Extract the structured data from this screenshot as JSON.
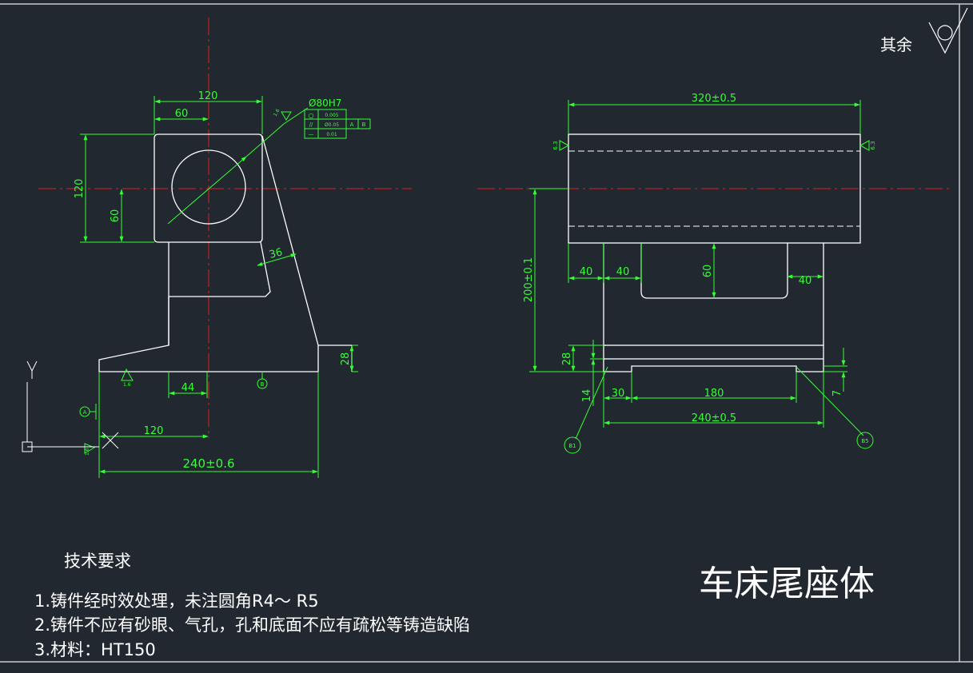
{
  "colors": {
    "background": "#212830",
    "outline": "#ffffff",
    "dimension": "#33ff33",
    "centerline": "#e02020",
    "border": "#c8c8c8"
  },
  "roughness_note": "其余",
  "front_view": {
    "dim_width_top": "120",
    "dim_half_top": "60",
    "dim_height_left": "120",
    "dim_center_height": "60",
    "dim_rib_angle": "36",
    "dim_base_step": "28",
    "dim_neck": "44",
    "dim_center_from_left": "120",
    "dim_total_width": "240±0.6",
    "hole_callout": "Ø80H7",
    "tolerance_frame": {
      "row1_symbol": "○",
      "row1_value": "0.005",
      "row2_symbol": "//",
      "row2_value": "Ø0.05",
      "row2_ref1": "A",
      "row2_ref2": "B",
      "row3_symbol": "—",
      "row3_value": "0.01"
    },
    "roughness_hole": "1.6",
    "roughness_bottom": "1.6",
    "roughness_left": "1.6",
    "datum_a": "A",
    "datum_b": "B",
    "axis_y_label": "Y"
  },
  "side_view": {
    "dim_total_length": "320±0.5",
    "dim_center_height": "200±0.1",
    "dim_slot_left1": "40",
    "dim_slot_left2": "40",
    "dim_slot_depth": "60",
    "dim_slot_right": "40",
    "dim_base_height": "28",
    "dim_base_14": "14",
    "dim_base_30": "30",
    "dim_base_180": "180",
    "dim_base_7": "7",
    "dim_base_width": "240±0.5",
    "roughness_left": "6.3",
    "roughness_right": "6.3",
    "balloon_left": "B1",
    "balloon_right": "B5"
  },
  "notes": {
    "heading": "技术要求",
    "line1": "1.铸件经时效处理，未注圆角R4～ R5",
    "line2": "2.铸件不应有砂眼、气孔，孔和底面不应有疏松等铸造缺陷",
    "line3": "3.材料：HT150"
  },
  "title": "车床尾座体"
}
